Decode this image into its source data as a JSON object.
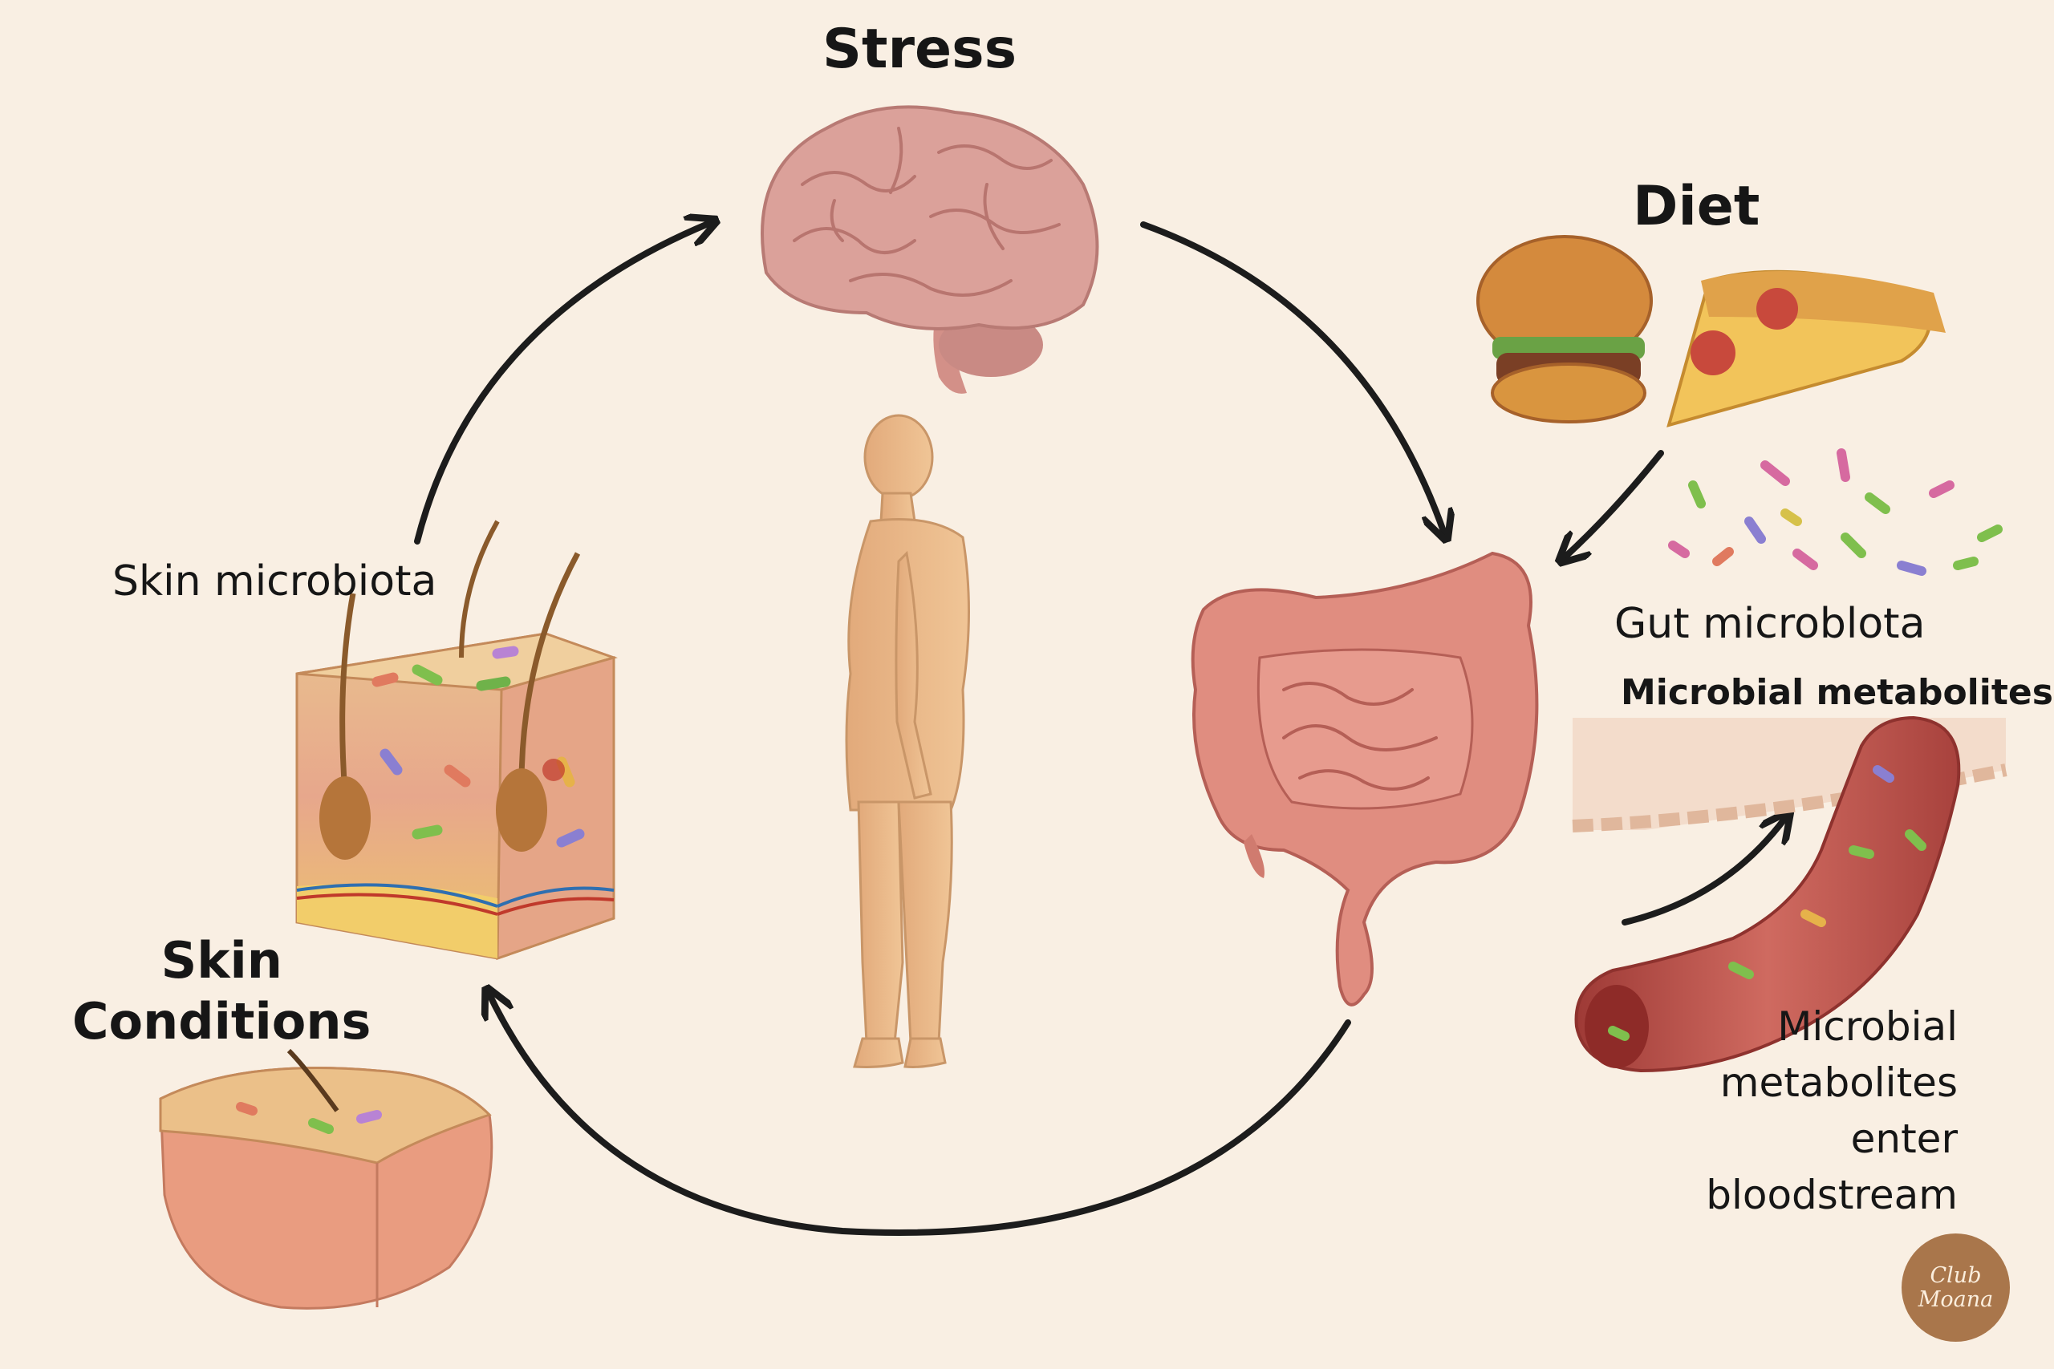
{
  "labels": {
    "stress": "Stress",
    "diet": "Diet",
    "skin_microbiota": "Skin microbiota",
    "skin_conditions_line1": "Skin",
    "skin_conditions_line2": "Conditions",
    "gut_microbiota": "Gut microblota",
    "microbial_metabolites": "Microbial metabolites",
    "bloodstream_line1": "Microbial",
    "bloodstream_line2": "metabolites",
    "bloodstream_line3": "enter",
    "bloodstream_line4": "bloodstream"
  },
  "logo": {
    "line1": "Club",
    "line2": "Moana"
  },
  "colors": {
    "background": "#f9efe3",
    "arrow": "#1c1c1c",
    "brain": "#d99b96",
    "gut": "#d9857a",
    "body": "#e8b98b",
    "blood_vessel": "#b84a44",
    "logo": "#a9764b"
  }
}
